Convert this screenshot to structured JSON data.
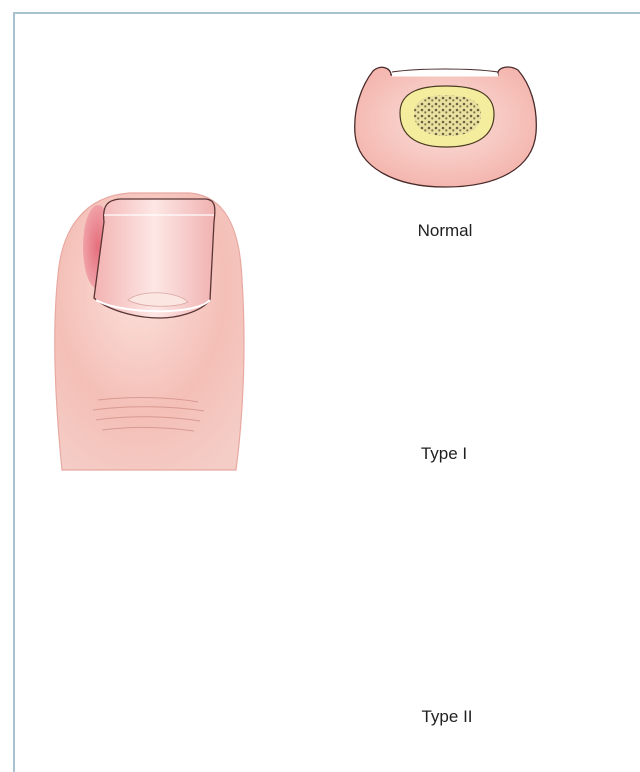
{
  "labels": {
    "normal": "Normal",
    "type1": "Type I",
    "type2": "Type II"
  },
  "colors": {
    "frame": "#a9c2d2",
    "skin": "#f3b9b2",
    "skin_light": "#f9d6d0",
    "inflamed": "#e0707c",
    "nail": "#f6c9c6",
    "bone": "#e7dcb0",
    "bone_outline": "#8f7f55",
    "marrow": "#f1ec9e",
    "cartilage": "#8ecdea",
    "outline": "#4a2a2a"
  }
}
